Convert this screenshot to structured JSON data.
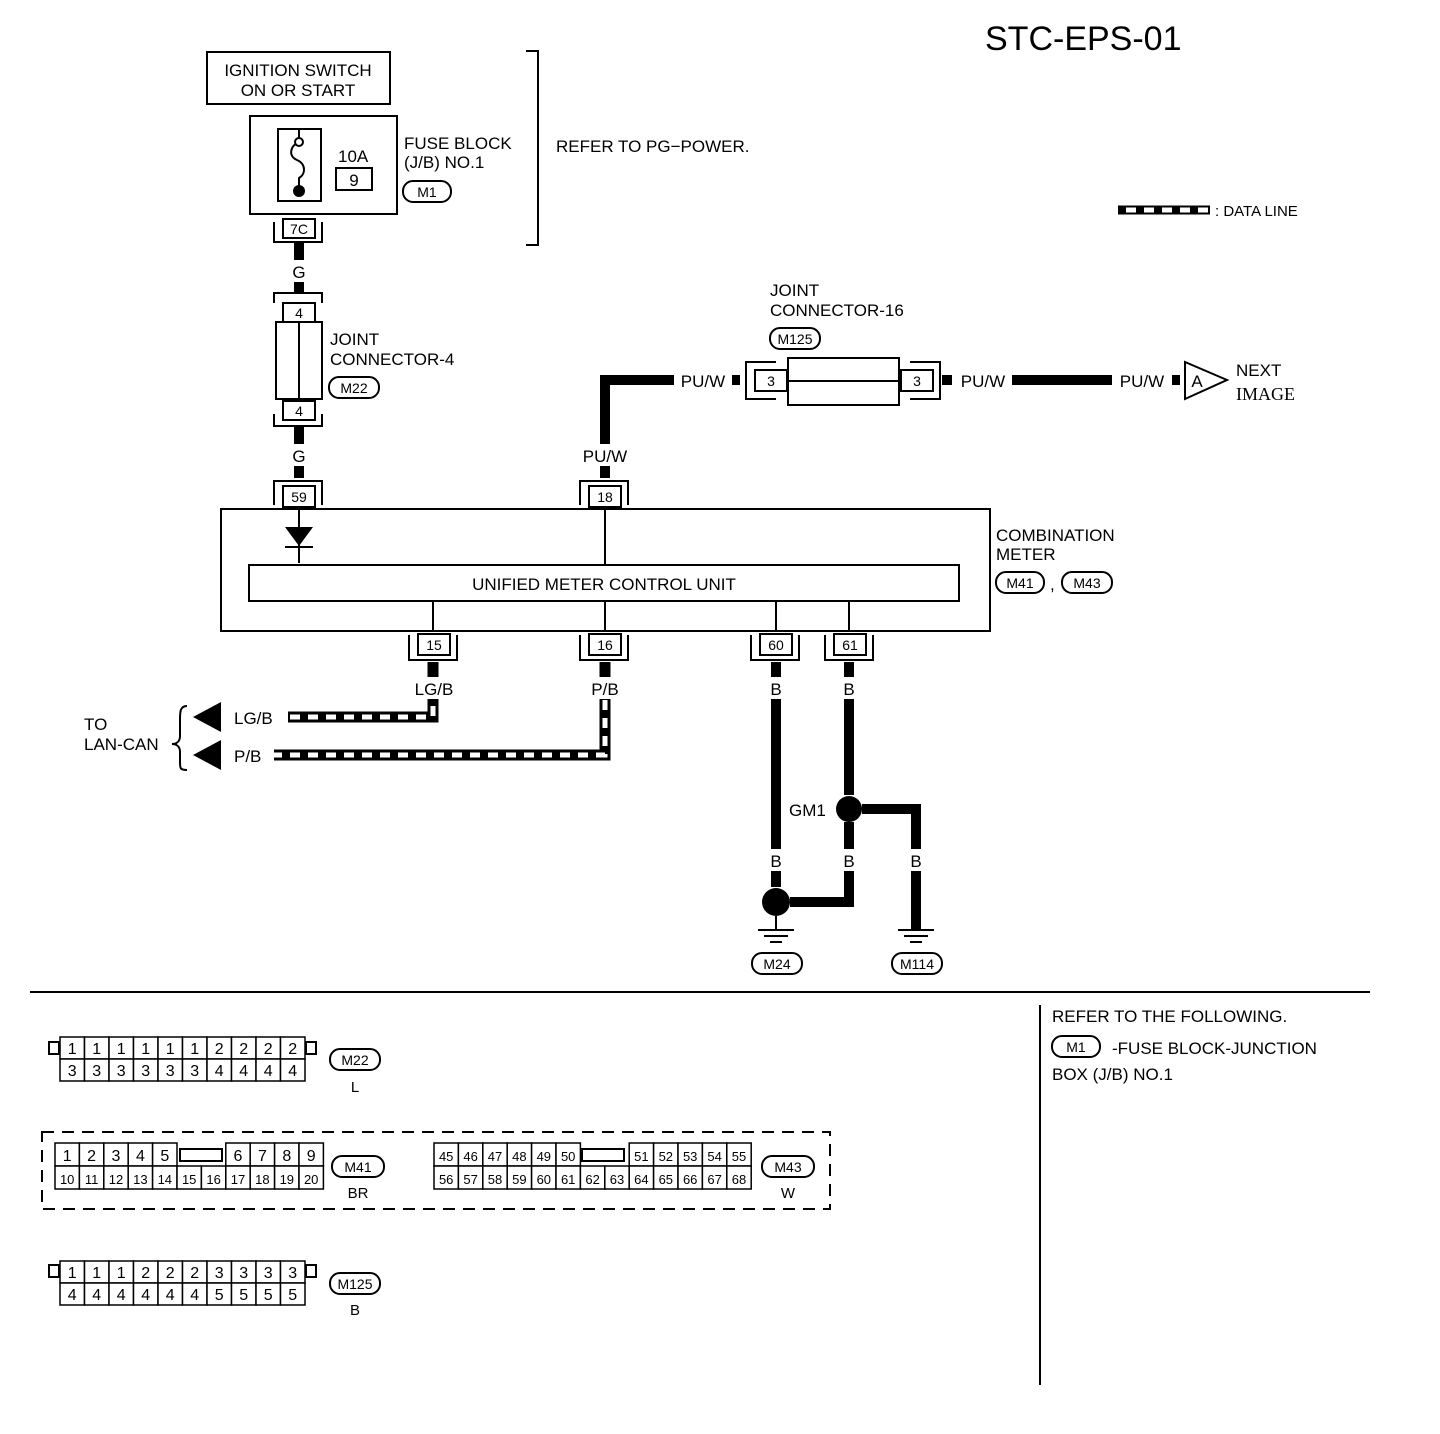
{
  "title": "STC-EPS-01",
  "legend": {
    "label": ": DATA LINE"
  },
  "power": {
    "ignition_line1": "IGNITION SWITCH",
    "ignition_line2": "ON OR START",
    "fuse_amp": "10A",
    "fuse_no": "9",
    "fuse_block_line1": "FUSE BLOCK",
    "fuse_block_line2": "(J/B) NO.1",
    "fuse_block_conn": "M1",
    "refer": "REFER TO  PG−POWER.",
    "terminal": "7C"
  },
  "joint4": {
    "line1": "JOINT",
    "line2": "CONNECTOR-4",
    "conn": "M22",
    "pin_top": "4",
    "pin_bottom": "4"
  },
  "joint16": {
    "line1": "JOINT",
    "line2": "CONNECTOR-16",
    "conn": "M125",
    "pin_left": "3",
    "pin_right": "3"
  },
  "next": {
    "marker": "A",
    "line1": "NEXT",
    "line2": "IMAGE"
  },
  "meter": {
    "line1": "COMBINATION",
    "line2": "METER",
    "conn1": "M41",
    "sep": ",",
    "conn2": "M43",
    "unit": "UNIFIED METER CONTROL UNIT",
    "pins": {
      "p59": "59",
      "p18": "18",
      "p15": "15",
      "p16": "16",
      "p60": "60",
      "p61": "61"
    }
  },
  "wires": {
    "g1": "G",
    "g2": "G",
    "puw1": "PU/W",
    "puw2": "PU/W",
    "puw3": "PU/W",
    "puw4": "PU/W",
    "lgb1": "LG/B",
    "lgb2": "LG/B",
    "pb1": "P/B",
    "pb2": "P/B",
    "b1": "B",
    "b2": "B",
    "b3": "B",
    "b4": "B",
    "b5": "B"
  },
  "lan": {
    "line1": "TO",
    "line2": "LAN-CAN"
  },
  "ground": {
    "splice": "GM1",
    "g1": "M24",
    "g2": "M114"
  },
  "connectors": {
    "m22": {
      "id": "M22",
      "color": "L",
      "top": [
        "1",
        "1",
        "1",
        "1",
        "1",
        "1",
        "2",
        "2",
        "2",
        "2"
      ],
      "bottom": [
        "3",
        "3",
        "3",
        "3",
        "3",
        "3",
        "4",
        "4",
        "4",
        "4"
      ]
    },
    "m41": {
      "id": "M41",
      "color": "BR",
      "top_a": [
        "1",
        "2",
        "3",
        "4",
        "5"
      ],
      "top_b": [
        "6",
        "7",
        "8",
        "9"
      ],
      "bottom": [
        "10",
        "11",
        "12",
        "13",
        "14",
        "15",
        "16",
        "17",
        "18",
        "19",
        "20"
      ]
    },
    "m43": {
      "id": "M43",
      "color": "W",
      "top_a": [
        "45",
        "46",
        "47",
        "48",
        "49",
        "50"
      ],
      "top_b": [
        "51",
        "52",
        "53",
        "54",
        "55"
      ],
      "bottom": [
        "56",
        "57",
        "58",
        "59",
        "60",
        "61",
        "62",
        "63",
        "64",
        "65",
        "66",
        "67",
        "68"
      ]
    },
    "m125": {
      "id": "M125",
      "color": "B",
      "top": [
        "1",
        "1",
        "1",
        "2",
        "2",
        "2",
        "3",
        "3",
        "3",
        "3"
      ],
      "bottom": [
        "4",
        "4",
        "4",
        "4",
        "4",
        "4",
        "5",
        "5",
        "5",
        "5"
      ]
    }
  },
  "refer_box": {
    "heading": "REFER TO THE FOLLOWING.",
    "conn": "M1",
    "text1": "-FUSE BLOCK-JUNCTION",
    "text2": "BOX (J/B) NO.1"
  }
}
